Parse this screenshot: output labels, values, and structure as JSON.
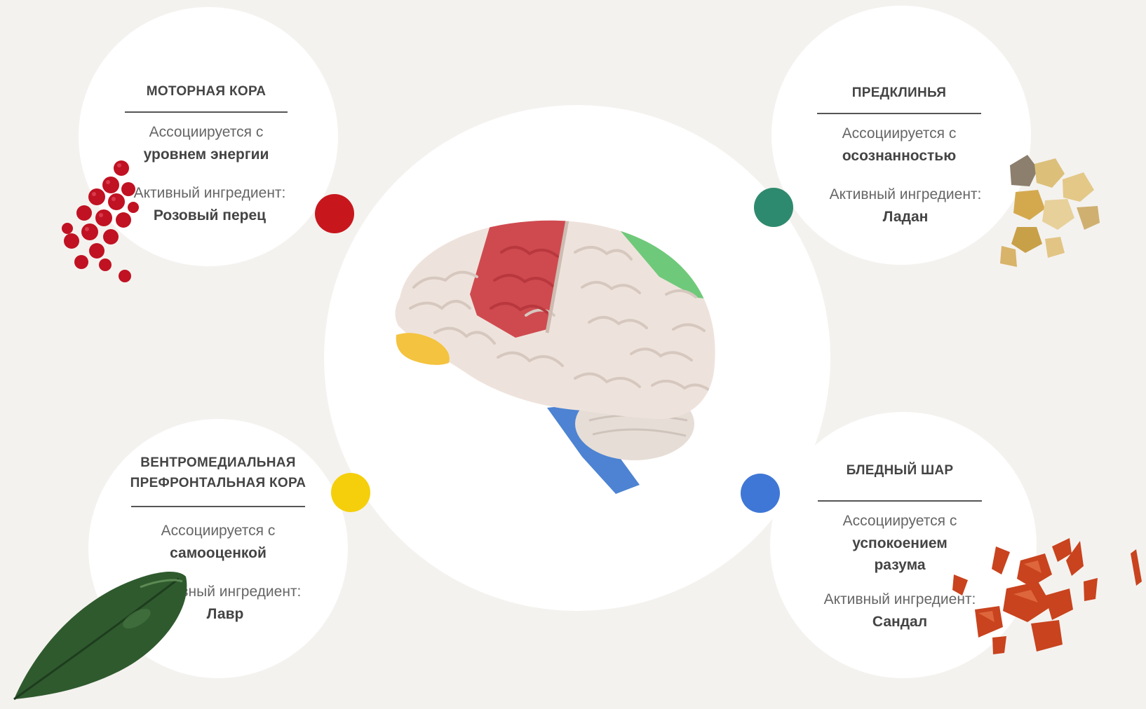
{
  "colors": {
    "motor": "#c8161d",
    "precuneus": "#2e8a6e",
    "vmpfc": "#f5cf0c",
    "pallidus": "#3f77d6"
  },
  "regions": {
    "motor": {
      "title": "МОТОРНАЯ КОРА",
      "assoc_label": "Ассоциируется с",
      "assoc_value": "уровнем энергии",
      "ingredient_label": "Активный ингредиент:",
      "ingredient_value": "Розовый перец"
    },
    "precuneus": {
      "title": "ПРЕДКЛИНЬЯ",
      "assoc_label": "Ассоциируется с",
      "assoc_value": "осознанностью",
      "ingredient_label": "Активный ингредиент:",
      "ingredient_value": "Ладан"
    },
    "vmpfc": {
      "title_line1": "ВЕНТРОМЕДИАЛЬНАЯ",
      "title_line2": "ПРЕФРОНТАЛЬНАЯ КОРА",
      "assoc_label": "Ассоциируется с",
      "assoc_value": "самооценкой",
      "ingredient_label": "Активный ингредиент:",
      "ingredient_value": "Лавр"
    },
    "pallidus": {
      "title": "БЛЕДНЫЙ ШАР",
      "assoc_label": "Ассоциируется с",
      "assoc_value_line1": "успокоением",
      "assoc_value_line2": "разума",
      "ingredient_label": "Активный ингредиент:",
      "ingredient_value": "Сандал"
    }
  },
  "icons": [
    "pink-pepper-icon",
    "frankincense-icon",
    "bay-leaf-icon",
    "sandalwood-icon",
    "brain-illustration"
  ]
}
